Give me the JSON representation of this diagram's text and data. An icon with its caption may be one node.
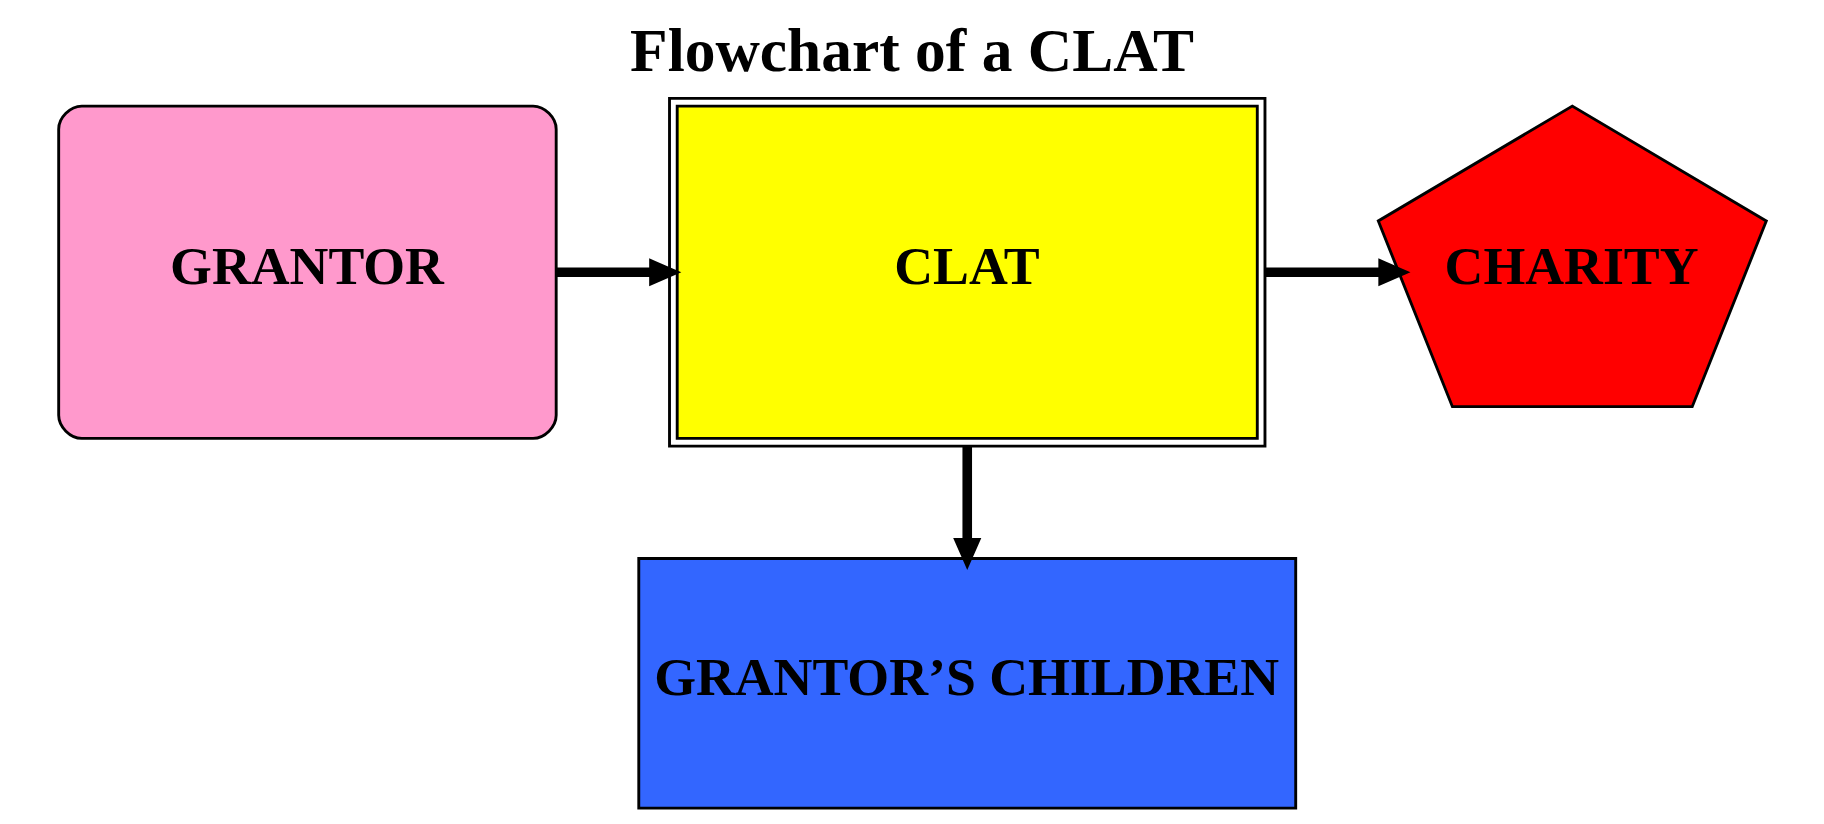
{
  "diagram": {
    "title": "Flowchart of a CLAT",
    "nodes": [
      {
        "text": [
          "GRANTOR"
        ]
      },
      {
        "text": [
          "CLAT"
        ]
      },
      {
        "text": [
          "CHARITY"
        ]
      },
      {
        "text": [
          "GRANTOR’S CHILDREN"
        ]
      }
    ],
    "edges": [
      {
        "from": 0,
        "to": 1,
        "arrow": "to"
      },
      {
        "from": 1,
        "to": 2,
        "arrow": "to"
      },
      {
        "from": 1,
        "to": 3,
        "arrow": "to"
      }
    ]
  }
}
